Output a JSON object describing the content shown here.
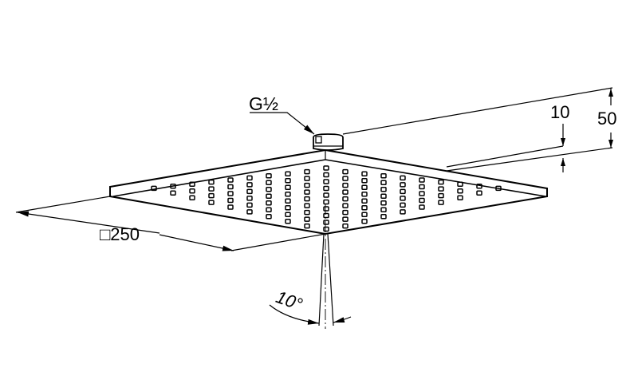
{
  "drawing": {
    "thread_label": "G½",
    "width_dimension": "□250",
    "plate_thickness": "10",
    "total_height": "50",
    "spray_angle": "10°"
  },
  "colors": {
    "line": "#000000",
    "background": "#ffffff"
  }
}
